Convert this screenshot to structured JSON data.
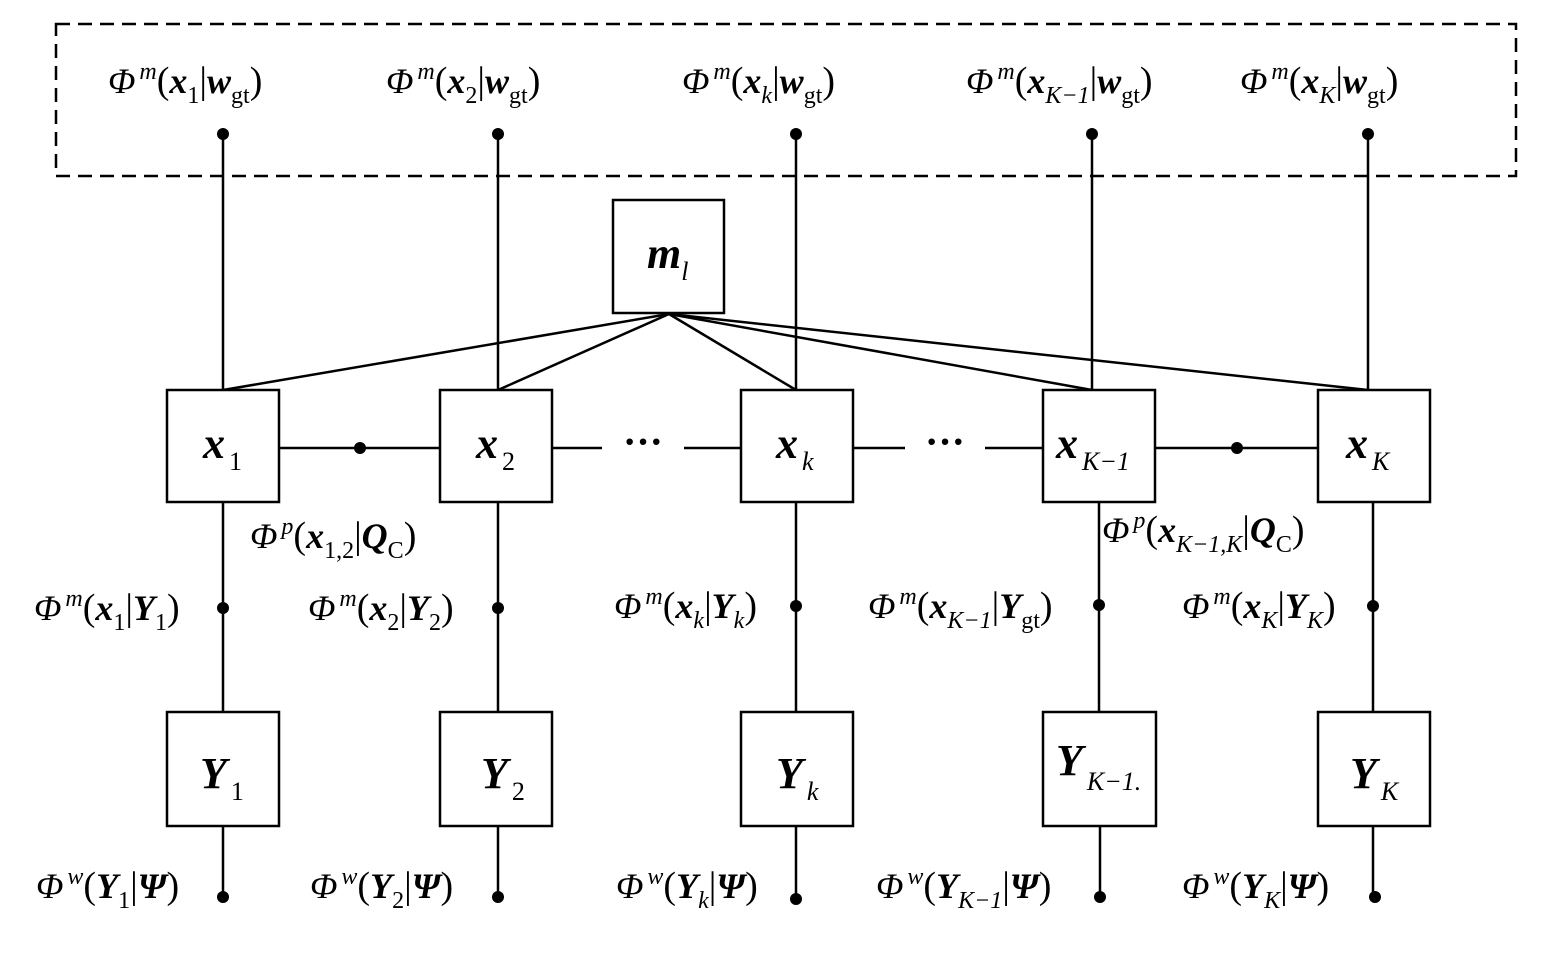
{
  "factors_top": [
    {
      "phi": "Φ",
      "sup": "m",
      "var": "x",
      "sub": "1",
      "given": "w",
      "gsub": "gt"
    },
    {
      "phi": "Φ",
      "sup": "m",
      "var": "x",
      "sub": "2",
      "given": "w",
      "gsub": "gt"
    },
    {
      "phi": "Φ",
      "sup": "m",
      "var": "x",
      "sub": "k",
      "given": "w",
      "gsub": "gt"
    },
    {
      "phi": "Φ",
      "sup": "m",
      "var": "x",
      "sub": "K−1",
      "given": "w",
      "gsub": "gt"
    },
    {
      "phi": "Φ",
      "sup": "m",
      "var": "x",
      "sub": "K",
      "given": "w",
      "gsub": "gt"
    }
  ],
  "m_node": {
    "var": "m",
    "sub": "l"
  },
  "x_nodes": [
    {
      "var": "x",
      "sub": "1"
    },
    {
      "var": "x",
      "sub": "2"
    },
    {
      "var": "x",
      "sub": "k"
    },
    {
      "var": "x",
      "sub": "K−1"
    },
    {
      "var": "x",
      "sub": "K"
    }
  ],
  "ellipsis": "···",
  "pair_factors": [
    {
      "phi": "Φ",
      "sup": "p",
      "var": "x",
      "sub": "1,2",
      "given": "Q",
      "gsub": "C"
    },
    {
      "phi": "Φ",
      "sup": "p",
      "var": "x",
      "sub": "K−1,K",
      "given": "Q",
      "gsub": "C"
    }
  ],
  "factors_mid": [
    {
      "phi": "Φ",
      "sup": "m",
      "var": "x",
      "sub": "1",
      "given": "Υ",
      "gsub": "1"
    },
    {
      "phi": "Φ",
      "sup": "m",
      "var": "x",
      "sub": "2",
      "given": "Υ",
      "gsub": "2"
    },
    {
      "phi": "Φ",
      "sup": "m",
      "var": "x",
      "sub": "k",
      "given": "Υ",
      "gsub": "k"
    },
    {
      "phi": "Φ",
      "sup": "m",
      "var": "x",
      "sub": "K−1",
      "given": "Υ",
      "gsub": "gt"
    },
    {
      "phi": "Φ",
      "sup": "m",
      "var": "x",
      "sub": "K",
      "given": "Υ",
      "gsub": "K"
    }
  ],
  "y_nodes": [
    {
      "var": "Υ",
      "sub": "1"
    },
    {
      "var": "Υ",
      "sub": "2"
    },
    {
      "var": "Υ",
      "sub": "k"
    },
    {
      "var": "Υ",
      "sub": "K−1."
    },
    {
      "var": "Υ",
      "sub": "K"
    }
  ],
  "factors_bottom": [
    {
      "phi": "Φ",
      "sup": "w",
      "var": "Υ",
      "sub": "1",
      "given": "Ψ"
    },
    {
      "phi": "Φ",
      "sup": "w",
      "var": "Υ",
      "sub": "2",
      "given": "Ψ"
    },
    {
      "phi": "Φ",
      "sup": "w",
      "var": "Υ",
      "sub": "k",
      "given": "Ψ"
    },
    {
      "phi": "Φ",
      "sup": "w",
      "var": "Υ",
      "sub": "K−1",
      "given": "Ψ"
    },
    {
      "phi": "Φ",
      "sup": "w",
      "var": "Υ",
      "sub": "K",
      "given": "Ψ"
    }
  ]
}
